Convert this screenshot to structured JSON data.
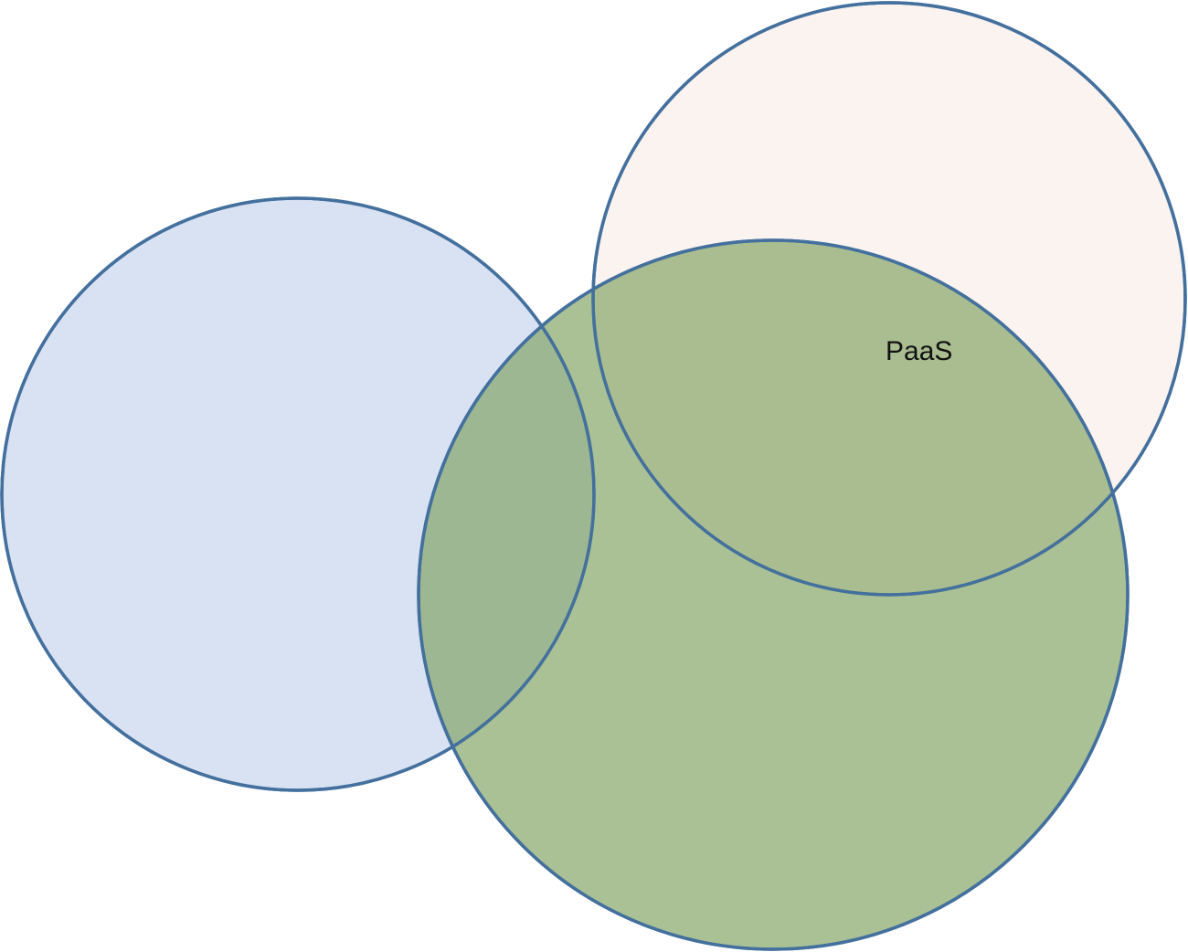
{
  "diagram": {
    "type": "venn",
    "circles": [
      {
        "id": "left-circle",
        "fill": "#d9e2f3",
        "stroke": "#44709e",
        "opacity": 1
      },
      {
        "id": "top-right-circle",
        "fill": "#fbf3ef",
        "stroke": "#44709e",
        "opacity": 1
      },
      {
        "id": "bottom-circle",
        "fill": "#7a9e5a",
        "stroke": "#44709e",
        "opacity": 0.64
      }
    ],
    "labels": {
      "paas": "PaaS"
    }
  }
}
